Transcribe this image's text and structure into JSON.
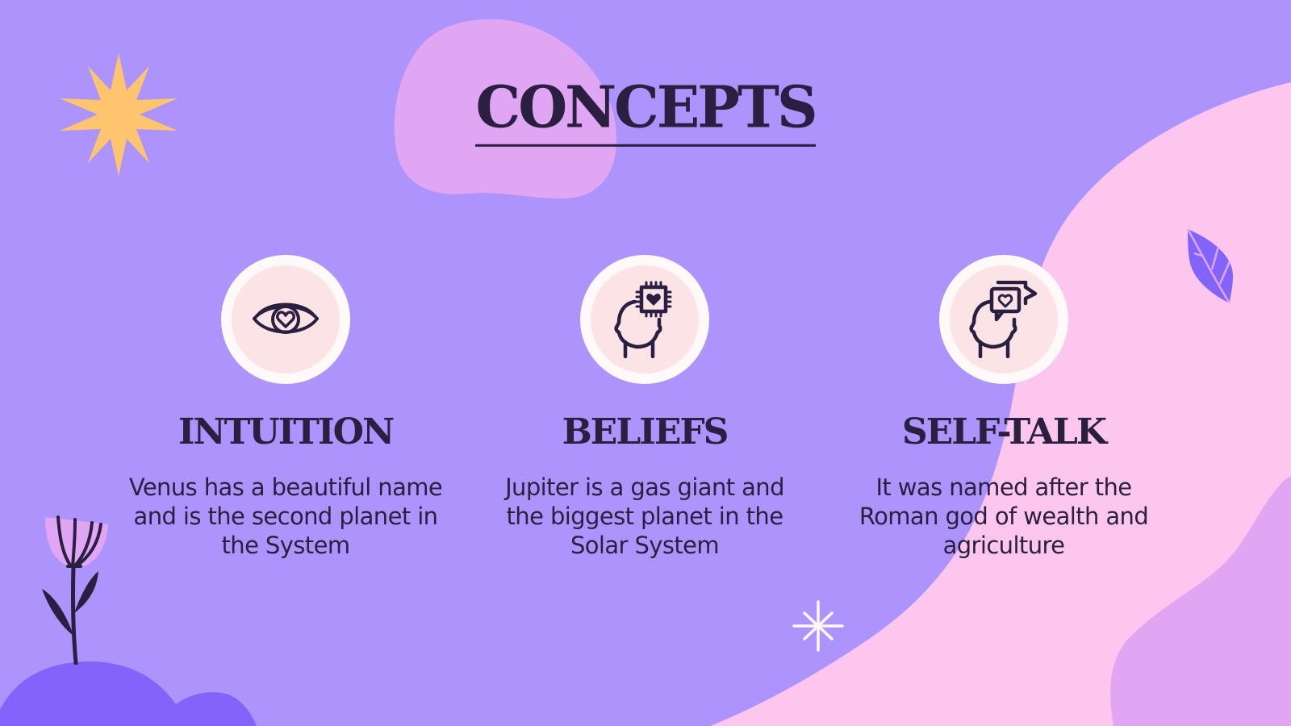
{
  "slide": {
    "title": "CONCEPTS",
    "colors": {
      "background": "#ad94fc",
      "pink_wave": "#fdc6ee",
      "lilac_blob": "#e1a6f3",
      "dark_purple_hill": "#8364fa",
      "sun": "#ffc46e",
      "text": "#2b1f41",
      "icon_ring": "#fffaf9",
      "icon_fill": "#fce3e6"
    },
    "cards": [
      {
        "icon": "eye-heart-icon",
        "title": "INTUITION",
        "text": "Venus has a beautiful name and is the second planet in the System"
      },
      {
        "icon": "head-chip-heart-icon",
        "title": "BELIEFS",
        "text": "Jupiter is a gas giant and the biggest planet in the Solar System"
      },
      {
        "icon": "head-speech-heart-icon",
        "title": "SELF-TALK",
        "text": "It was named after the Roman god of wealth and agriculture"
      }
    ],
    "decorations": [
      "sun-star-icon",
      "flower-icon",
      "leaf-icon",
      "sparkle-icon"
    ]
  }
}
